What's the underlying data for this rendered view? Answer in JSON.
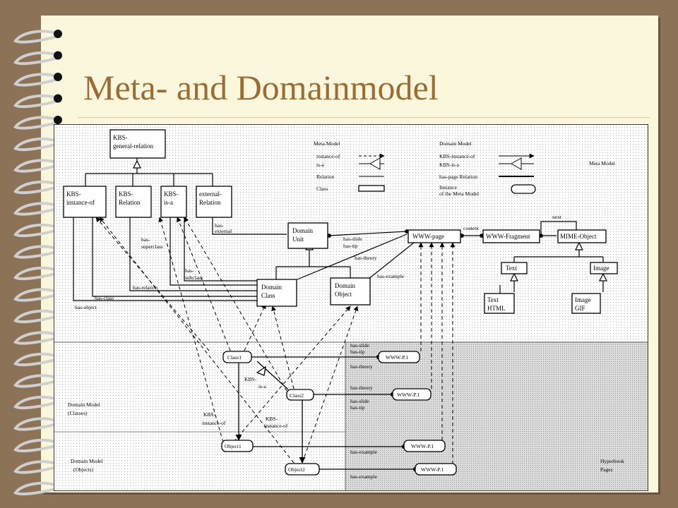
{
  "slide": {
    "title": "Meta- and Domainmodel"
  },
  "diagram": {
    "meta_classes": {
      "general_relation": [
        "KBS-",
        "general-relation"
      ],
      "instance_of": [
        "KBS-",
        "instance-of"
      ],
      "relation": [
        "KBS-",
        "Relation"
      ],
      "is_a": [
        "KBS-",
        "is-a"
      ],
      "external_relation": [
        "external-",
        "Relation"
      ],
      "domain_unit": [
        "Domain",
        "Unit"
      ],
      "domain_class": [
        "Domain",
        "Class"
      ],
      "domain_object": [
        "Domain",
        "Object"
      ]
    },
    "hyper_classes": {
      "www_page": "WWW-page",
      "www_fragment": "WWW-Fragment",
      "mime_object": "MIME-Object",
      "text": "Text",
      "image": "Image",
      "text_html": [
        "Text",
        "HTML"
      ],
      "image_gif": [
        "Image",
        "GIF"
      ]
    },
    "relation_labels": {
      "has_external": [
        "has-",
        "external"
      ],
      "has_superclass": [
        "has-",
        "superclass"
      ],
      "has_subclass": [
        "has-",
        "subclass"
      ],
      "has_relation": "has-relation",
      "has_class": "has-class",
      "has_object": "has-object",
      "has_slide_tip": [
        "has-slide",
        "has-tip"
      ],
      "has_theory": "has-theory",
      "has_example": "has-example",
      "content": "content",
      "next": "next"
    },
    "legend_meta": {
      "title": "Meta-Model",
      "items": [
        "instance-of",
        "is-a",
        "Relation",
        "Class"
      ]
    },
    "legend_domain": {
      "title": "Domain Model",
      "items": [
        "KBS-instance-of",
        "KBS-is-a",
        "has-page Relation",
        "Instance",
        "of the Meta Model"
      ]
    },
    "region_labels": {
      "meta_model": "Meta Model",
      "domain_classes": [
        "Domain Model",
        "(Classes)"
      ],
      "domain_objects": [
        "Domain Model",
        "(Objects)"
      ],
      "hyperbook": [
        "Hyperbook",
        "Pages"
      ]
    },
    "instances": {
      "class1": "Class1",
      "class2": "Class2",
      "object1": "Object1",
      "object2": "Object2",
      "www_p": "WWW-P.1"
    },
    "instance_labels": {
      "kbs_isa": [
        "KBS-",
        "is-a"
      ],
      "kbs_instance_of_1": [
        "KBS-",
        "instance-of"
      ],
      "kbs_instance_of_2": [
        "KBS-",
        "instance-of"
      ],
      "c1_slide_tip": [
        "has-slide",
        "has-tip"
      ],
      "c1_theory": "has-theory",
      "c2_theory": "has-theory",
      "c2_slide_tip": [
        "has-slide",
        "has-tip"
      ],
      "o1_example": "has-example",
      "o2_example": "has-example"
    }
  }
}
